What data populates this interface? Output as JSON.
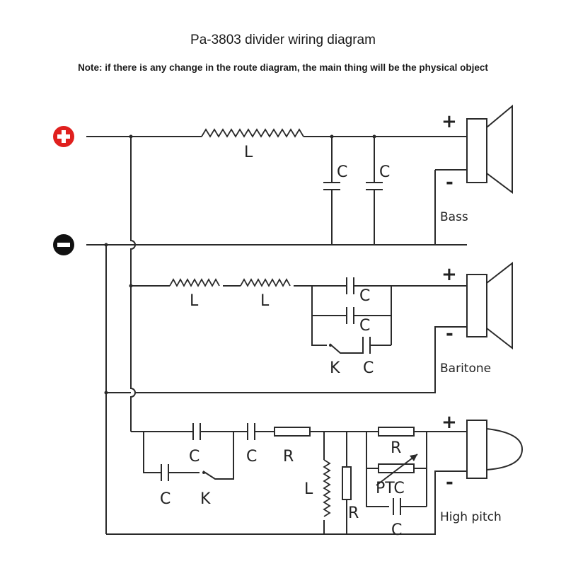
{
  "header": {
    "title": "Pa-3803 divider wiring diagram",
    "note": "Note: if there is any change in the route diagram, the main thing will be the physical object"
  },
  "labels": {
    "inductor": "L",
    "capacitor": "C",
    "resistor": "R",
    "switch": "K",
    "ptc": "PTC",
    "plus": "+",
    "minus": "-"
  },
  "speakers": {
    "bass": "Bass",
    "baritone": "Baritone",
    "high": "High pitch"
  },
  "colors": {
    "positive_terminal": "#e0201e",
    "negative_terminal": "#111111",
    "wire": "#2a2a2a"
  },
  "icons": {
    "positive": "plus-circle-icon",
    "negative": "minus-circle-icon"
  }
}
